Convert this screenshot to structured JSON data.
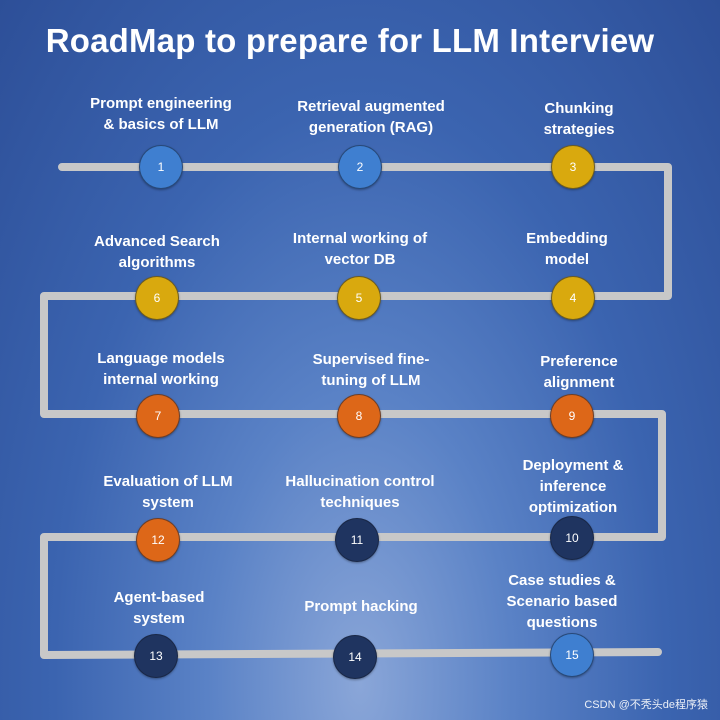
{
  "title": "RoadMap to prepare for LLM Interview",
  "watermark": "CSDN @不秃头de程序猿",
  "colors": {
    "blue": "#3f7fd0",
    "gold": "#d9a90e",
    "orange": "#dd6718",
    "navy": "#1f3460",
    "track": "#c8c8c8"
  },
  "steps": [
    {
      "num": "1",
      "label": "Prompt engineering\n& basics of LLM",
      "color": "blue"
    },
    {
      "num": "2",
      "label": "Retrieval augmented\ngeneration (RAG)",
      "color": "blue"
    },
    {
      "num": "3",
      "label": "Chunking\nstrategies",
      "color": "gold"
    },
    {
      "num": "4",
      "label": "Embedding\nmodel",
      "color": "gold"
    },
    {
      "num": "5",
      "label": "Internal working of\nvector DB",
      "color": "gold"
    },
    {
      "num": "6",
      "label": "Advanced Search\nalgorithms",
      "color": "gold"
    },
    {
      "num": "7",
      "label": "Language models\ninternal working",
      "color": "orange"
    },
    {
      "num": "8",
      "label": "Supervised fine-\ntuning of LLM",
      "color": "orange"
    },
    {
      "num": "9",
      "label": "Preference\nalignment",
      "color": "orange"
    },
    {
      "num": "10",
      "label": "Deployment &\ninference\noptimization",
      "color": "navy"
    },
    {
      "num": "11",
      "label": "Hallucination control\ntechniques",
      "color": "navy"
    },
    {
      "num": "12",
      "label": "Evaluation of LLM\nsystem",
      "color": "orange"
    },
    {
      "num": "13",
      "label": "Agent-based\nsystem",
      "color": "navy"
    },
    {
      "num": "14",
      "label": "Prompt hacking",
      "color": "navy"
    },
    {
      "num": "15",
      "label": "Case studies &\nScenario based\nquestions",
      "color": "blue"
    }
  ]
}
